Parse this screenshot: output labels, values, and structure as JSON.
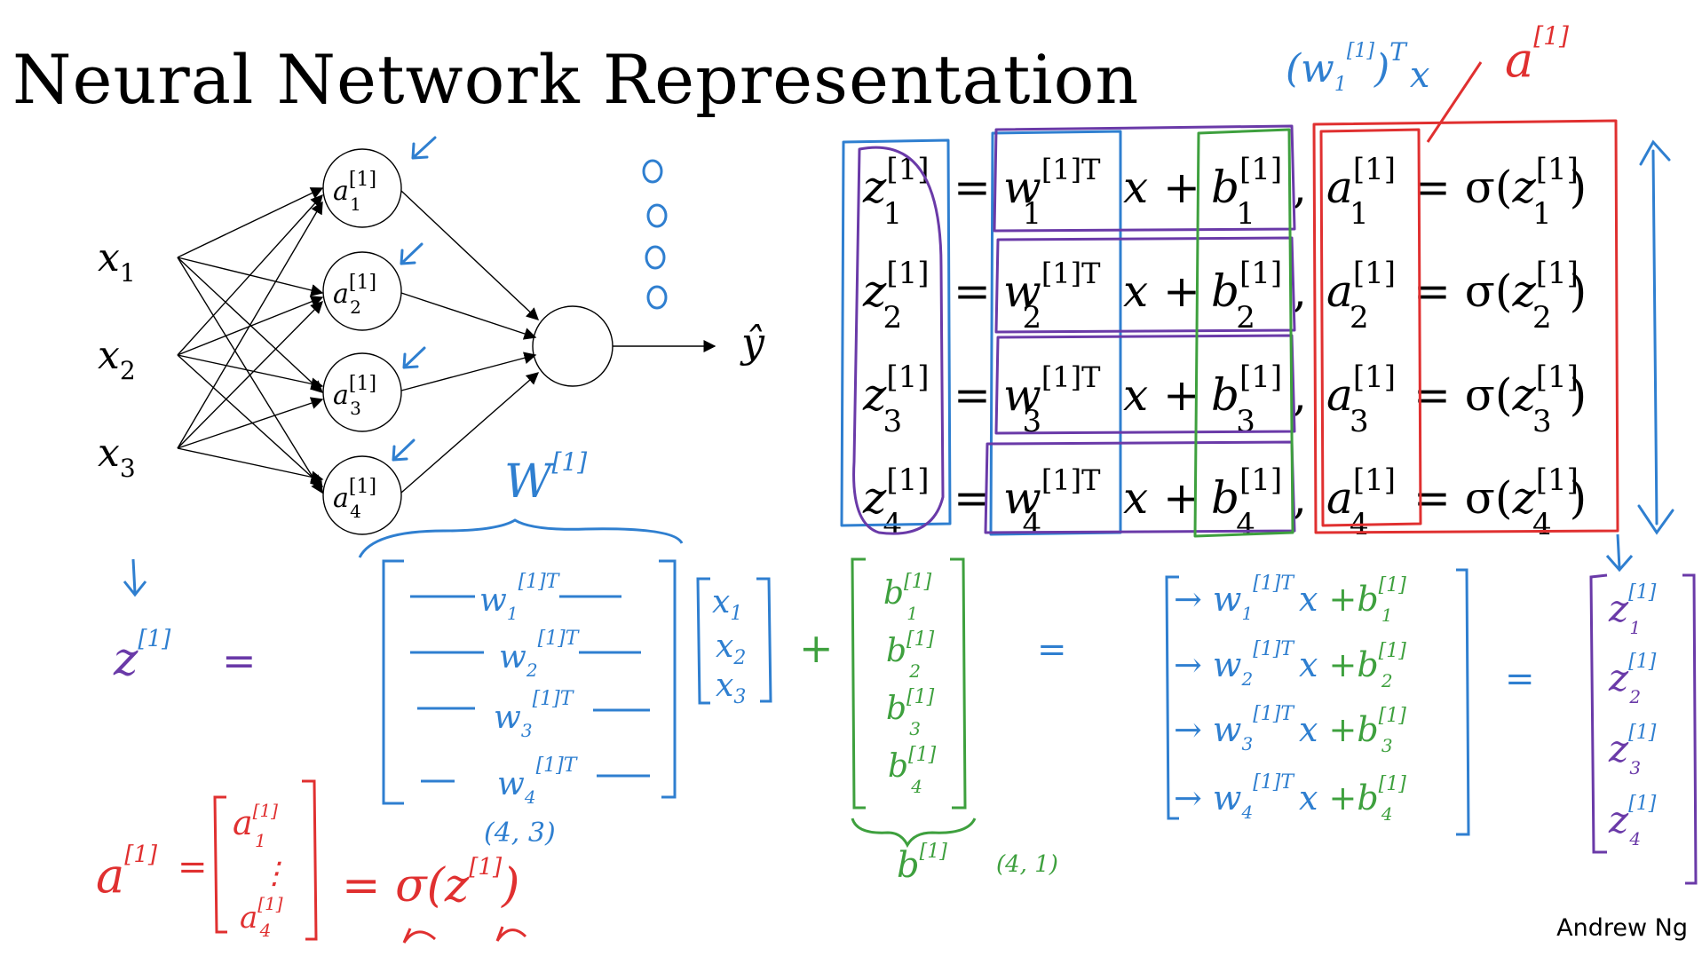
{
  "slide": {
    "title": "Neural Network Representation",
    "credit": "Andrew Ng"
  },
  "network": {
    "inputs": [
      "x",
      "x",
      "x"
    ],
    "input_subscripts": [
      "1",
      "2",
      "3"
    ],
    "hidden_units": [
      {
        "base": "a",
        "layer": "[1]",
        "sub": "1"
      },
      {
        "base": "a",
        "layer": "[1]",
        "sub": "2"
      },
      {
        "base": "a",
        "layer": "[1]",
        "sub": "3"
      },
      {
        "base": "a",
        "layer": "[1]",
        "sub": "4"
      }
    ],
    "output_label": "ŷ"
  },
  "equations": [
    {
      "z": "z",
      "layer": "[1]",
      "sub": "1",
      "w": "w",
      "wsup": "[1]T",
      "x": "x",
      "plus": "+",
      "b": "b",
      "a": "a",
      "sigma": "= σ(",
      "close": ")"
    },
    {
      "z": "z",
      "layer": "[1]",
      "sub": "2",
      "w": "w",
      "wsup": "[1]T",
      "x": "x",
      "plus": "+",
      "b": "b",
      "a": "a",
      "sigma": "= σ(",
      "close": ")"
    },
    {
      "z": "z",
      "layer": "[1]",
      "sub": "3",
      "w": "w",
      "wsup": "[1]T",
      "x": "x",
      "plus": "+",
      "b": "b",
      "a": "a",
      "sigma": "= σ(",
      "close": ")"
    },
    {
      "z": "z",
      "layer": "[1]",
      "sub": "4",
      "w": "w",
      "wsup": "[1]T",
      "x": "x",
      "plus": "+",
      "b": "b",
      "a": "a",
      "sigma": "= σ(",
      "close": ")"
    }
  ],
  "annotations": {
    "wtx": "(w",
    "wtx_sub": "1",
    "wtx_sup": "[1]",
    "wtx_T": "T",
    "wtx_x": "x",
    "a_top": "a",
    "a_top_sup": "[1]",
    "W_label": "W",
    "W_sup": "[1]",
    "z_vec": "z",
    "z_vec_sup": "[1]",
    "eq": "=",
    "plus": "+",
    "W_rows": [
      {
        "w": "w",
        "sub": "1",
        "sup": "[1]T"
      },
      {
        "w": "w",
        "sub": "2",
        "sup": "[1]T"
      },
      {
        "w": "w",
        "sub": "3",
        "sup": "[1]T"
      },
      {
        "w": "w",
        "sub": "4",
        "sup": "[1]T"
      }
    ],
    "W_shape": "(4, 3)",
    "x_rows": [
      {
        "x": "x",
        "sub": "1"
      },
      {
        "x": "x",
        "sub": "2"
      },
      {
        "x": "x",
        "sub": "3"
      }
    ],
    "b_rows": [
      {
        "b": "b",
        "sub": "1",
        "sup": "[1]"
      },
      {
        "b": "b",
        "sub": "2",
        "sup": "[1]"
      },
      {
        "b": "b",
        "sub": "3",
        "sup": "[1]"
      },
      {
        "b": "b",
        "sub": "4",
        "sup": "[1]"
      }
    ],
    "b_label": "b",
    "b_label_sup": "[1]",
    "b_shape": "(4, 1)",
    "result_rows": [
      {
        "w": "w",
        "sub": "1",
        "sup": "[1]T",
        "x": "x",
        "plus": "+",
        "b": "b",
        "bsub": "1",
        "bsup": "[1]"
      },
      {
        "w": "w",
        "sub": "2",
        "sup": "[1]T",
        "x": "x",
        "plus": "+",
        "b": "b",
        "bsub": "2",
        "bsup": "[1]"
      },
      {
        "w": "w",
        "sub": "3",
        "sup": "[1]T",
        "x": "x",
        "plus": "+",
        "b": "b",
        "bsub": "3",
        "bsup": "[1]"
      },
      {
        "w": "w",
        "sub": "4",
        "sup": "[1]T",
        "x": "x",
        "plus": "+",
        "b": "b",
        "bsub": "4",
        "bsup": "[1]"
      }
    ],
    "z_rows": [
      {
        "z": "z",
        "sub": "1",
        "sup": "[1]"
      },
      {
        "z": "z",
        "sub": "2",
        "sup": "[1]"
      },
      {
        "z": "z",
        "sub": "3",
        "sup": "[1]"
      },
      {
        "z": "z",
        "sub": "4",
        "sup": "[1]"
      }
    ],
    "a_vec": "a",
    "a_vec_sup": "[1]",
    "a_rows": [
      {
        "a": "a",
        "sub": "1",
        "sup": "[1]"
      },
      {
        "a": "a",
        "sub": "4",
        "sup": "[1]"
      }
    ],
    "a_dots": "⋮",
    "sigma_z": "= σ(z",
    "sigma_z_sup": "[1]",
    "sigma_close": ")"
  },
  "colors": {
    "ink": "#000000",
    "blue": "#2f7fd0",
    "purple": "#6a3aa8",
    "green": "#3ea03e",
    "red": "#e03030"
  }
}
